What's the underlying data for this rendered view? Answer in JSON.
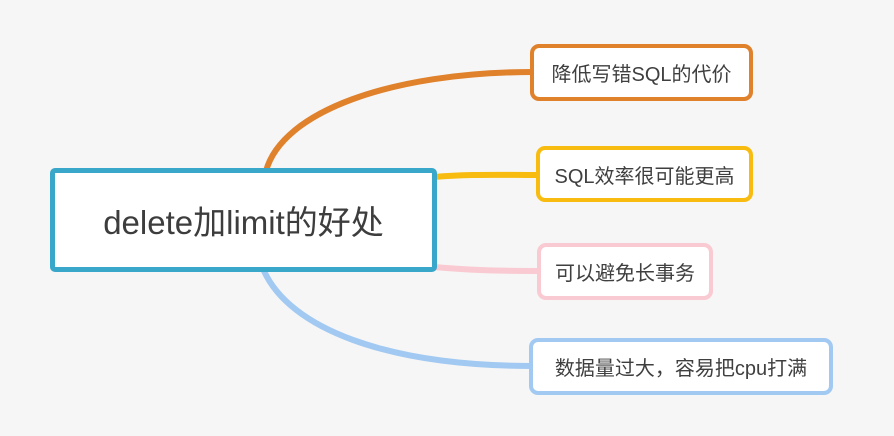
{
  "canvas": {
    "background_color": "#f6f6f6",
    "kind": "mindmap"
  },
  "mindmap": {
    "root": {
      "label": "delete加limit的好处",
      "border_color": "#39a7ca",
      "fill_color": "#ffffff",
      "text_color": "#3d3d3d"
    },
    "branches": [
      {
        "label": "降低写错SQL的代价",
        "color": "#e0812c"
      },
      {
        "label": "SQL效率很可能更高",
        "color": "#f8bc10"
      },
      {
        "label": "可以避免长事务",
        "color": "#f9cad1"
      },
      {
        "label": "数据量过大，容易把cpu打满",
        "color": "#a2c9f1"
      }
    ]
  }
}
